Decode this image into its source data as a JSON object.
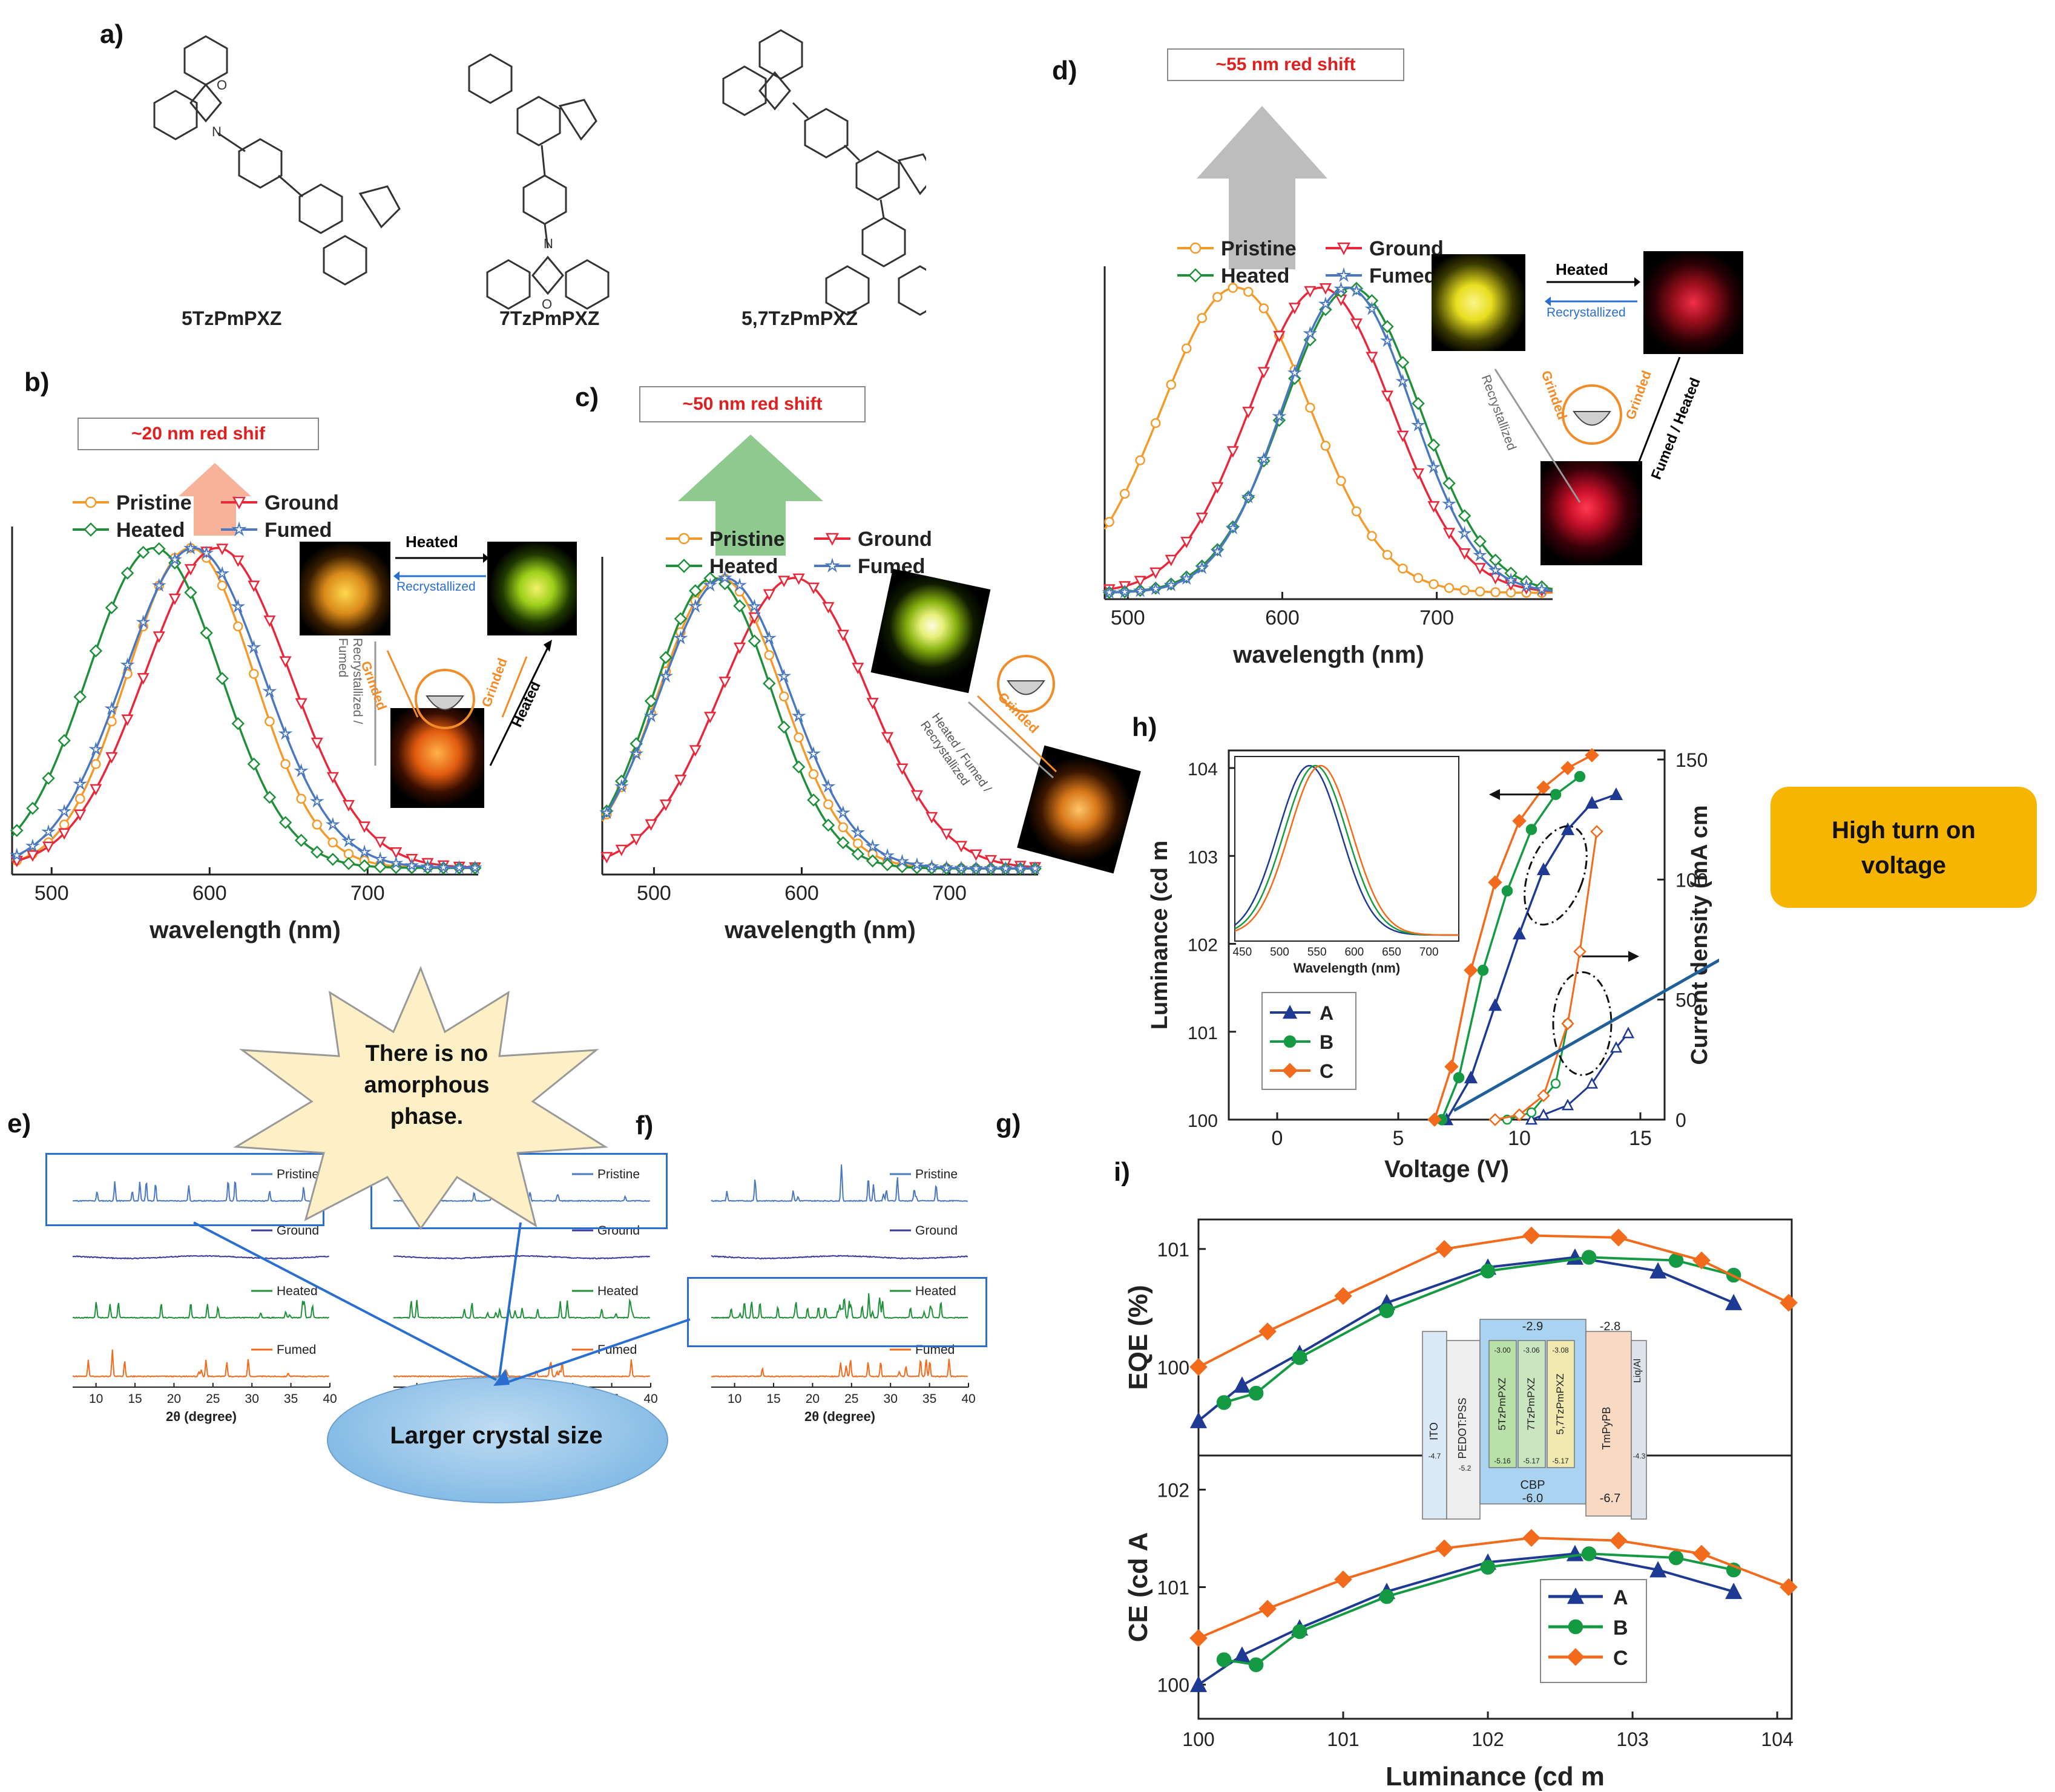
{
  "panel_labels": {
    "a": "a)",
    "b": "b)",
    "c": "c)",
    "d": "d)",
    "e": "e)",
    "f": "f)",
    "g": "g)",
    "h": "h)",
    "i": "i)"
  },
  "molecules": [
    "5TzPmPXZ",
    "7TzPmPXZ",
    "5,7TzPmPXZ"
  ],
  "shift_labels": {
    "b": "~20 nm red shif",
    "c": "~50 nm red shift",
    "d": "~55 nm red shift"
  },
  "colors": {
    "pristine": "#f39a2a",
    "ground": "#e8283a",
    "heated": "#1f8f3a",
    "fumed": "#4a78c0",
    "A": "#1f3a93",
    "B": "#159a44",
    "C": "#f26a1b",
    "callout_orange": "#f7b500"
  },
  "annotations": {
    "heated": "Heated",
    "recrystallized": "Recrystallized",
    "grinded": "Grinded",
    "recrys_fumed": "Recrystallized / Fumed",
    "heated_fumed_recrys": "Heated / Fumed / Recrystallized",
    "fumed_heated": "Fumed / Heated"
  },
  "callouts": {
    "no_amorphous": "There is no amorphous phase.",
    "crystal": "Larger crystal size",
    "turn_on": "High turn on voltage"
  },
  "device_stack": {
    "layers": [
      "ITO",
      "PEDOT:PSS",
      "5TzPmPXZ",
      "7TzPmPXZ",
      "5,7TzPmPXZ",
      "TmPyPB",
      "Liq/Al"
    ],
    "cbp": "CBP",
    "cbp_homo": "-6.0",
    "cbp_lumo": "-2.9",
    "tmpypb_lumo": "-2.8",
    "tmpypb_homo": "-6.7",
    "ito": "-4.7",
    "pedot": "-5.2",
    "liq": "-4.3",
    "emitters_lumo": [
      "-3.00",
      "-3.06",
      "-3.08"
    ],
    "emitters_homo": [
      "-5.16",
      "-5.17",
      "-5.17"
    ]
  },
  "chart_data": [
    {
      "panel": "b",
      "type": "line",
      "xlabel": "wavelength (nm)",
      "xlim": [
        475,
        770
      ],
      "xticks": [
        500,
        600,
        700
      ],
      "series": [
        {
          "name": "Pristine",
          "peak": 588,
          "width": 40,
          "color": "#f39a2a",
          "marker": "circle"
        },
        {
          "name": "Ground",
          "peak": 605,
          "width": 46,
          "color": "#e8283a",
          "marker": "triangle-down"
        },
        {
          "name": "Heated",
          "peak": 565,
          "width": 42,
          "color": "#1f8f3a",
          "marker": "diamond"
        },
        {
          "name": "Fumed",
          "peak": 590,
          "width": 44,
          "color": "#4a78c0",
          "marker": "star"
        }
      ]
    },
    {
      "panel": "c",
      "type": "line",
      "xlabel": "wavelength (nm)",
      "xlim": [
        465,
        760
      ],
      "xticks": [
        500,
        600,
        700
      ],
      "series": [
        {
          "name": "Pristine",
          "peak": 545,
          "width": 42,
          "color": "#f39a2a",
          "marker": "circle"
        },
        {
          "name": "Ground",
          "peak": 595,
          "width": 50,
          "color": "#e8283a",
          "marker": "triangle-down"
        },
        {
          "name": "Heated",
          "peak": 540,
          "width": 40,
          "color": "#1f8f3a",
          "marker": "diamond"
        },
        {
          "name": "Fumed",
          "peak": 548,
          "width": 44,
          "color": "#4a78c0",
          "marker": "star"
        }
      ]
    },
    {
      "panel": "d",
      "type": "line",
      "xlabel": "wavelength (nm)",
      "xlim": [
        485,
        775
      ],
      "xticks": [
        500,
        600,
        700
      ],
      "series": [
        {
          "name": "Pristine",
          "peak": 570,
          "width": 48,
          "color": "#f39a2a",
          "marker": "circle"
        },
        {
          "name": "Ground",
          "peak": 625,
          "width": 46,
          "color": "#e8283a",
          "marker": "triangle-down"
        },
        {
          "name": "Heated",
          "peak": 645,
          "width": 44,
          "color": "#1f8f3a",
          "marker": "diamond"
        },
        {
          "name": "Fumed",
          "peak": 642,
          "width": 42,
          "color": "#4a78c0",
          "marker": "star"
        }
      ]
    },
    {
      "panel": "e",
      "type": "line",
      "xlabel": "2θ (degree)",
      "xticks": [
        10,
        15,
        20,
        25,
        30,
        35,
        40
      ],
      "series_names": [
        "Pristine",
        "Ground",
        "Heated",
        "Fumed"
      ]
    },
    {
      "panel": "f",
      "type": "line",
      "xlabel": "2θ (degree)",
      "xticks": [
        10,
        15,
        20,
        25,
        30,
        35,
        40
      ],
      "series_names": [
        "Pristine",
        "Ground",
        "Heated",
        "Fumed"
      ]
    },
    {
      "panel": "g",
      "type": "line",
      "xlabel": "2θ (degree)",
      "xticks": [
        10,
        15,
        20,
        25,
        30,
        35,
        40
      ],
      "series_names": [
        "Pristine",
        "Ground",
        "Heated",
        "Fumed"
      ]
    },
    {
      "panel": "h",
      "type": "line",
      "xlabel": "Voltage (V)",
      "ylabel": "Luminance (cd m",
      "y2label": "Current density (mA cm",
      "xlim": [
        -2,
        16
      ],
      "xticks": [
        0,
        5,
        10,
        15
      ],
      "yticks_log": [
        "10^0",
        "10^1",
        "10^2",
        "10^3",
        "10^4"
      ],
      "y2ticks": [
        0,
        50,
        100,
        150
      ],
      "legend": [
        "A",
        "B",
        "C"
      ],
      "inset": {
        "xlabel": "Wavelength (nm)",
        "xticks": [
          450,
          500,
          550,
          600,
          650,
          700
        ],
        "peaks": {
          "A": 540,
          "B": 548,
          "C": 555
        }
      },
      "series": [
        {
          "name": "A",
          "lum": [
            [
              7.0,
              1
            ],
            [
              8,
              3
            ],
            [
              9,
              20
            ],
            [
              10,
              130
            ],
            [
              11,
              700
            ],
            [
              12,
              2000
            ],
            [
              13,
              4000
            ],
            [
              14,
              5000
            ]
          ],
          "cur": [
            [
              10.5,
              0
            ],
            [
              11,
              2
            ],
            [
              12,
              6
            ],
            [
              13,
              15
            ],
            [
              14,
              30
            ],
            [
              14.5,
              36
            ]
          ]
        },
        {
          "name": "B",
          "lum": [
            [
              6.8,
              1
            ],
            [
              7.5,
              3
            ],
            [
              8.5,
              50
            ],
            [
              9.5,
              400
            ],
            [
              10.5,
              2000
            ],
            [
              11.5,
              5000
            ],
            [
              12.5,
              8000
            ]
          ],
          "cur": [
            [
              9.5,
              0
            ],
            [
              10.5,
              3
            ],
            [
              11.5,
              15
            ],
            [
              12,
              40
            ]
          ]
        },
        {
          "name": "C",
          "lum": [
            [
              6.5,
              1
            ],
            [
              7.2,
              4
            ],
            [
              8,
              50
            ],
            [
              9,
              500
            ],
            [
              10,
              2500
            ],
            [
              11,
              6000
            ],
            [
              12,
              10000
            ],
            [
              13,
              14000
            ]
          ],
          "cur": [
            [
              9,
              0
            ],
            [
              10,
              2
            ],
            [
              11,
              10
            ],
            [
              12,
              40
            ],
            [
              12.5,
              70
            ],
            [
              13.2,
              120
            ]
          ]
        }
      ]
    },
    {
      "panel": "i",
      "type": "line",
      "xlabel": "Luminance (cd m",
      "ylabel_top": "EQE (%)",
      "ylabel_bottom": "CE (cd A",
      "xticks": [
        "10^0",
        "10^1",
        "10^2",
        "10^3",
        "10^4"
      ],
      "yticks_top": [
        "10^0",
        "10^1"
      ],
      "yticks_bottom": [
        "10^0",
        "10^1",
        "10^2"
      ],
      "legend": [
        "A",
        "B",
        "C"
      ],
      "series": [
        {
          "name": "A",
          "eqe": [
            [
              1,
              0.35
            ],
            [
              2,
              0.7
            ],
            [
              5,
              1.3
            ],
            [
              20,
              3.5
            ],
            [
              100,
              7
            ],
            [
              400,
              8.5
            ],
            [
              1500,
              6.5
            ],
            [
              5000,
              3.5
            ]
          ],
          "ce": [
            [
              1,
              1
            ],
            [
              2,
              2
            ],
            [
              5,
              3.8
            ],
            [
              20,
              9
            ],
            [
              100,
              18
            ],
            [
              400,
              22
            ],
            [
              1500,
              15
            ],
            [
              5000,
              9
            ]
          ]
        },
        {
          "name": "B",
          "eqe": [
            [
              1.5,
              0.5
            ],
            [
              2.5,
              0.6
            ],
            [
              5,
              1.2
            ],
            [
              20,
              3
            ],
            [
              100,
              6.5
            ],
            [
              500,
              8.5
            ],
            [
              2000,
              8
            ],
            [
              5000,
              6
            ]
          ],
          "ce": [
            [
              1.5,
              1.8
            ],
            [
              2.5,
              1.6
            ],
            [
              5,
              3.5
            ],
            [
              20,
              8
            ],
            [
              100,
              16
            ],
            [
              500,
              22
            ],
            [
              2000,
              20
            ],
            [
              5000,
              15
            ]
          ]
        },
        {
          "name": "C",
          "eqe": [
            [
              1,
              1
            ],
            [
              3,
              2
            ],
            [
              10,
              4
            ],
            [
              50,
              10
            ],
            [
              200,
              13
            ],
            [
              800,
              12.5
            ],
            [
              3000,
              8
            ],
            [
              12000,
              3.5
            ]
          ],
          "ce": [
            [
              1,
              3
            ],
            [
              3,
              6
            ],
            [
              10,
              12
            ],
            [
              50,
              25
            ],
            [
              200,
              32
            ],
            [
              800,
              30
            ],
            [
              3000,
              22
            ],
            [
              12000,
              10
            ]
          ]
        }
      ]
    }
  ]
}
